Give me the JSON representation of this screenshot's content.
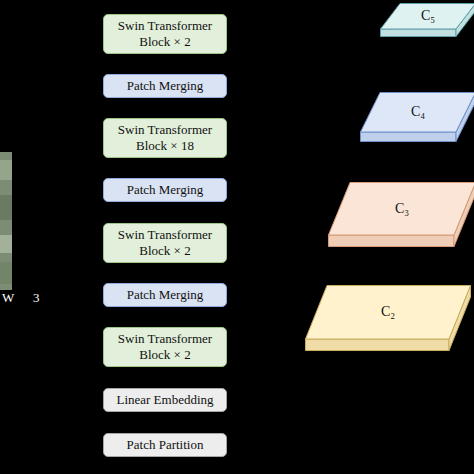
{
  "diagram": {
    "nodes": [
      {
        "text": [
          "Swin Transformer Block × 2"
        ]
      },
      {
        "text": [
          "Patch Merging"
        ]
      },
      {
        "text": [
          "Swin Transformer Block × 18"
        ]
      },
      {
        "text": [
          "Patch Merging"
        ]
      },
      {
        "text": [
          "Swin Transformer Block × 2"
        ]
      },
      {
        "text": [
          "Patch Merging"
        ]
      },
      {
        "text": [
          "Swin Transformer Block × 2"
        ]
      },
      {
        "text": [
          "Linear Embedding"
        ]
      },
      {
        "text": [
          "Patch Partition"
        ]
      },
      {
        "text": [
          "C₅"
        ]
      },
      {
        "text": [
          "C₄"
        ]
      },
      {
        "text": [
          "C₃"
        ]
      },
      {
        "text": [
          "C₂"
        ]
      }
    ],
    "labels": [
      "W",
      "3"
    ]
  }
}
